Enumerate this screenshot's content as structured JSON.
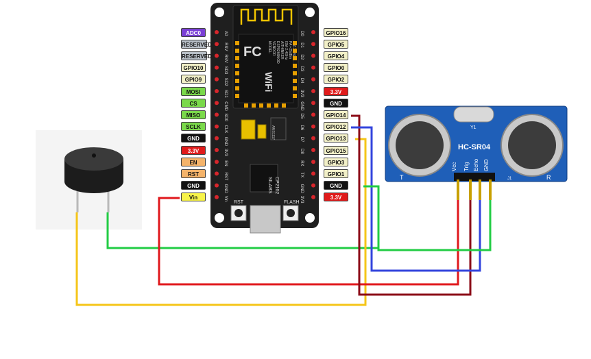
{
  "colors": {
    "board": "#1f1f1f",
    "pcb_blue": "#1f5fb8",
    "wire_green": "#22cc44",
    "wire_red": "#e0181c",
    "wire_yellow": "#f5c518",
    "wire_darkred": "#8b0a16",
    "wire_blue": "#3344dd",
    "label_purple": "#7a3fd6",
    "label_grey": "#b9c0c8",
    "label_cream": "#f2f0c8",
    "label_green": "#7ad94a",
    "label_black": "#111111",
    "label_red": "#e01b1b",
    "label_orange": "#f4b36a",
    "label_yellow": "#f7f34a"
  },
  "left_pins": [
    {
      "label": "ADC0",
      "kind": "purple",
      "silk": "A0"
    },
    {
      "label": "RESERVED",
      "kind": "grey",
      "silk": "RSV"
    },
    {
      "label": "RESERVED",
      "kind": "grey",
      "silk": "RSV"
    },
    {
      "label": "GPIO10",
      "kind": "cream",
      "silk": "SD3"
    },
    {
      "label": "GPIO9",
      "kind": "cream",
      "silk": "SD2"
    },
    {
      "label": "MOSI",
      "kind": "green",
      "silk": "SD1"
    },
    {
      "label": "CS",
      "kind": "green",
      "silk": "CMD"
    },
    {
      "label": "MISO",
      "kind": "green",
      "silk": "SD0"
    },
    {
      "label": "SCLK",
      "kind": "green",
      "silk": "CLK"
    },
    {
      "label": "GND",
      "kind": "black",
      "silk": "GND"
    },
    {
      "label": "3.3V",
      "kind": "red",
      "silk": "3V3"
    },
    {
      "label": "EN",
      "kind": "orange",
      "silk": "EN"
    },
    {
      "label": "RST",
      "kind": "orange",
      "silk": "RST"
    },
    {
      "label": "GND",
      "kind": "black",
      "silk": "GND"
    },
    {
      "label": "Vin",
      "kind": "yellow",
      "silk": "Vin"
    }
  ],
  "right_pins": [
    {
      "label": "GPIO16",
      "kind": "cream",
      "silk": "D0"
    },
    {
      "label": "GPIO5",
      "kind": "cream",
      "silk": "D1"
    },
    {
      "label": "GPIO4",
      "kind": "cream",
      "silk": "D2"
    },
    {
      "label": "GPIO0",
      "kind": "cream",
      "silk": "D3"
    },
    {
      "label": "GPIO2",
      "kind": "cream",
      "silk": "D4"
    },
    {
      "label": "3.3V",
      "kind": "red",
      "silk": "3V3"
    },
    {
      "label": "GND",
      "kind": "black",
      "silk": "GND"
    },
    {
      "label": "GPIO14",
      "kind": "cream",
      "silk": "D5"
    },
    {
      "label": "GPIO12",
      "kind": "cream",
      "silk": "D6"
    },
    {
      "label": "GPIO13",
      "kind": "cream",
      "silk": "D7"
    },
    {
      "label": "GPIO15",
      "kind": "cream",
      "silk": "D8"
    },
    {
      "label": "GPIO3",
      "kind": "cream",
      "silk": "RX"
    },
    {
      "label": "GPIO1",
      "kind": "cream",
      "silk": "TX"
    },
    {
      "label": "GND",
      "kind": "black",
      "silk": "GND"
    },
    {
      "label": "3.3V",
      "kind": "red",
      "silk": "3V3"
    }
  ],
  "board": {
    "module_lines": [
      "MODEL",
      "VENDOR",
      "ESP8266MOD",
      "AITHINKER",
      "ISM 2.4GHz",
      "PA +25dBm",
      "802.11b/g/n"
    ],
    "fc_mark": "FC",
    "wifi_mark": "WiFi",
    "chip_lines": [
      "SILABS",
      "CP2102"
    ],
    "chip_small": "AMS1117",
    "rst_label": "RST",
    "flash_label": "FLASH"
  },
  "sensor": {
    "name": "HC-SR04",
    "crystal": "Y1",
    "left_mark": "T",
    "right_mark": "R",
    "j_mark": "J1",
    "pins": [
      "Vcc",
      "Trig",
      "Echo",
      "GND"
    ]
  }
}
